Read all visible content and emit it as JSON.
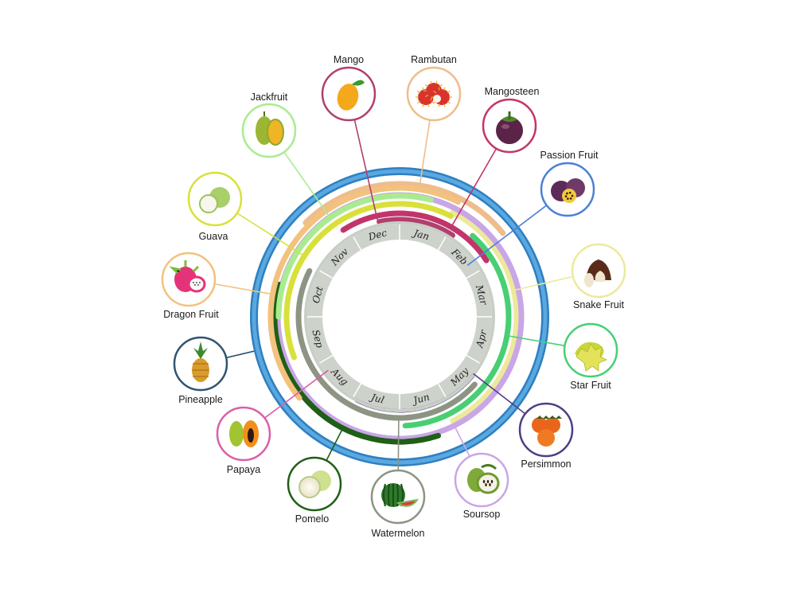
{
  "months": [
    "Jan",
    "Feb",
    "Mar",
    "Apr",
    "May",
    "Jun",
    "Jul",
    "Aug",
    "Sep",
    "Oct",
    "Nov",
    "Dec"
  ],
  "fruits": [
    {
      "id": "mango",
      "label": "Mango",
      "color": "#b0406e",
      "icon": "mango-icon",
      "start": 11.6,
      "end": 13.1
    },
    {
      "id": "rambutan",
      "label": "Rambutan",
      "color": "#eebd8b",
      "icon": "rambutan-icon",
      "start": 10.5,
      "end": 13.7
    },
    {
      "id": "mangosteen",
      "label": "Mangosteen",
      "color": "#c2356a",
      "icon": "mangosteen-icon",
      "start": 10.9,
      "end": 13.9
    },
    {
      "id": "passion-fruit",
      "label": "Passion Fruit",
      "color": "#4d7fd6",
      "icon": "passion-fruit-icon",
      "start": 0.5,
      "end": 3.5
    },
    {
      "id": "snake-fruit",
      "label": "Snake Fruit",
      "color": "#ecea9a",
      "icon": "snake-fruit-icon",
      "start": 0.9,
      "end": 5.1
    },
    {
      "id": "star-fruit",
      "label": "Star Fruit",
      "color": "#47cf74",
      "icon": "star-fruit-icon",
      "start": 1.4,
      "end": 5.9
    },
    {
      "id": "persimmon",
      "label": "Persimmon",
      "color": "#4f3e85",
      "icon": "persimmon-icon",
      "start": 4.3,
      "end": 6.9
    },
    {
      "id": "soursop",
      "label": "Soursop",
      "color": "#c9a6e6",
      "icon": "soursop-icon",
      "start": 0.0,
      "end": 12.0
    },
    {
      "id": "watermelon",
      "label": "Watermelon",
      "color": "#8d9484",
      "icon": "watermelon-icon",
      "start": 4.4,
      "end": 9.9
    },
    {
      "id": "pomelo",
      "label": "Pomelo",
      "color": "#1f5f16",
      "icon": "pomelo-icon",
      "start": 5.4,
      "end": 9.5
    },
    {
      "id": "papaya",
      "label": "Papaya",
      "color": "#d960a6",
      "icon": "papaya-icon",
      "start": 4.2,
      "end": 7.8
    },
    {
      "id": "pineapple",
      "label": "Pineapple",
      "color": "#2f5570",
      "icon": "pineapple-icon",
      "start": 0.0,
      "end": 12.0
    },
    {
      "id": "dragon-fruit",
      "label": "Dragon Fruit",
      "color": "#f2c27e",
      "icon": "dragon-fruit-icon",
      "start": 7.7,
      "end": 12.9
    },
    {
      "id": "guava",
      "label": "Guava",
      "color": "#d9e03a",
      "icon": "guava-icon",
      "start": 8.3,
      "end": 12.9
    },
    {
      "id": "jackfruit",
      "label": "Jackfruit",
      "color": "#a9ec90",
      "icon": "jackfruit-icon",
      "start": 9.0,
      "end": 12.5
    }
  ]
}
